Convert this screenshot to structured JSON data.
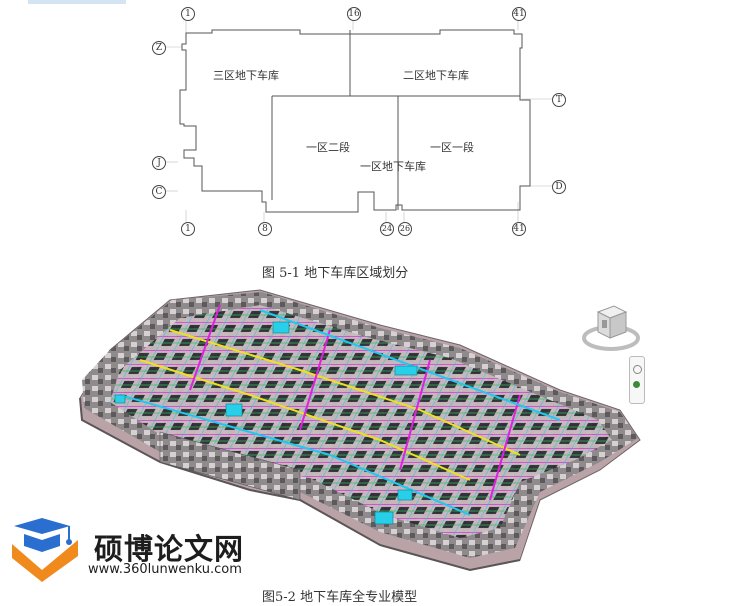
{
  "plan": {
    "axes_top": [
      "1",
      "16",
      "41"
    ],
    "axes_bottom": [
      "1",
      "8",
      "24",
      "26",
      "41"
    ],
    "axes_left": [
      "Z",
      "J",
      "C"
    ],
    "axes_right": [
      "T",
      "D"
    ],
    "zones": {
      "zone3": "三区地下车库",
      "zone2": "二区地下车库",
      "zone1_seg2": "一区二段",
      "zone1_seg1": "一区一段",
      "zone1": "一区地下车库"
    }
  },
  "captions": {
    "fig1": "图 5-1    地下车库区域划分",
    "fig2": "图5-2    地下车库全专业模型"
  },
  "watermark": {
    "name": "硕博论文网",
    "url": "www.360lunwenku.com"
  },
  "colors": {
    "outline": "#555555",
    "slab": "#b9a3a7",
    "wall": "#8c8c8c",
    "pipe_yellow": "#f0e020",
    "pipe_magenta": "#e020e0",
    "pipe_cyan": "#20c8f0",
    "logo_blue": "#2a6fcf",
    "logo_orange": "#f08a1c"
  }
}
